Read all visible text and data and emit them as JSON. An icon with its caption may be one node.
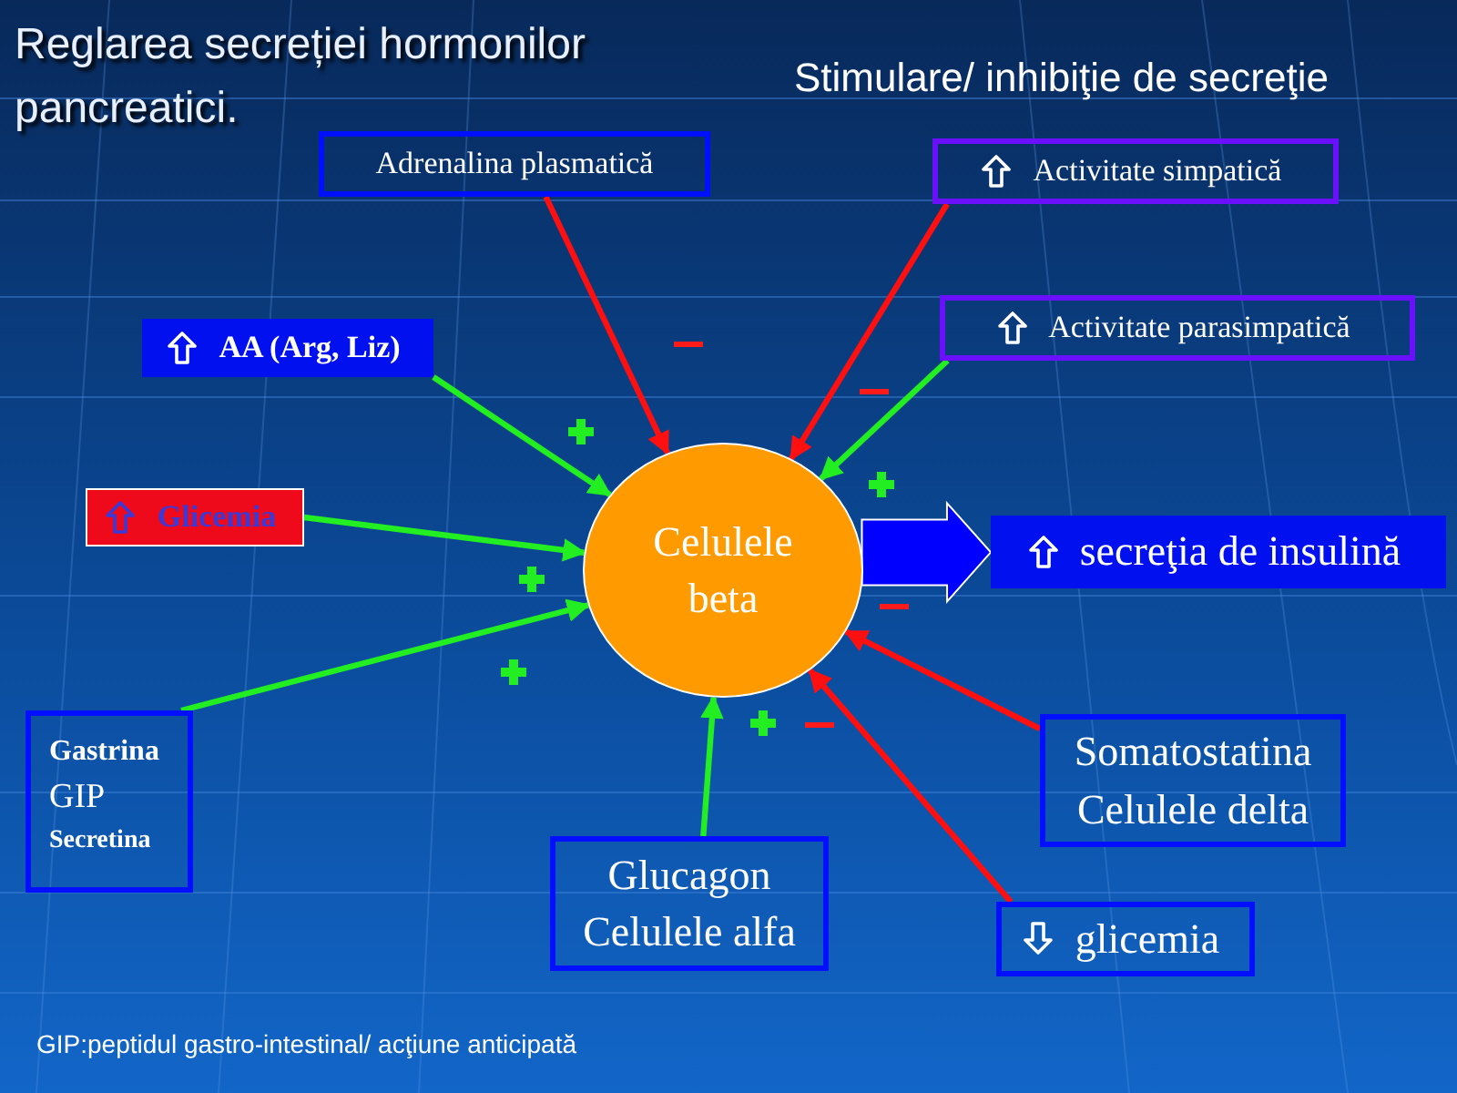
{
  "diagram": {
    "title": "Reglarea secreției hormonilor pancreatici.",
    "nodes": [
      {
        "text": [
          "Adrenalina plasmatică"
        ]
      },
      {
        "text": [
          "Activitate simpatică"
        ]
      },
      {
        "text": [
          "AA (Arg, Liz)"
        ]
      },
      {
        "text": [
          "Activitate parasimpatică"
        ]
      },
      {
        "text": [
          "Glicemia"
        ]
      },
      {
        "text": [
          "Celulele beta"
        ]
      },
      {
        "text": [
          "secreţia de insulină"
        ]
      },
      {
        "text": [
          "Gastrina",
          "GIP",
          "Secretina"
        ]
      },
      {
        "text": [
          "Somatostatina Celulele delta"
        ]
      },
      {
        "text": [
          "Glucagon Celulele alfa"
        ]
      },
      {
        "text": [
          "glicemia"
        ]
      }
    ],
    "edges": [
      {
        "from": 0,
        "to": 5,
        "arrow": "to",
        "color": "#ff1010"
      },
      {
        "from": 1,
        "to": 5,
        "arrow": "to",
        "color": "#ff1010"
      },
      {
        "from": 2,
        "to": 5,
        "arrow": "to"
      },
      {
        "from": 3,
        "to": 5,
        "arrow": "to"
      },
      {
        "from": 4,
        "to": 5,
        "arrow": "to"
      },
      {
        "from": 7,
        "to": 5,
        "arrow": "to"
      },
      {
        "from": 9,
        "to": 5,
        "arrow": "to"
      },
      {
        "from": 8,
        "to": 5,
        "arrow": "to",
        "color": "#ff1010"
      },
      {
        "from": 10,
        "to": 5,
        "arrow": "to",
        "color": "#ff1010"
      },
      {
        "from": 5,
        "to": 6,
        "arrow": "to",
        "style": "thick",
        "color": "#0000ff"
      }
    ],
    "labels": [
      "Stimulare/ inhibiţie de secreţie",
      "GIP:peptidul gastro-intestinal/ acţiune anticipată"
    ]
  }
}
